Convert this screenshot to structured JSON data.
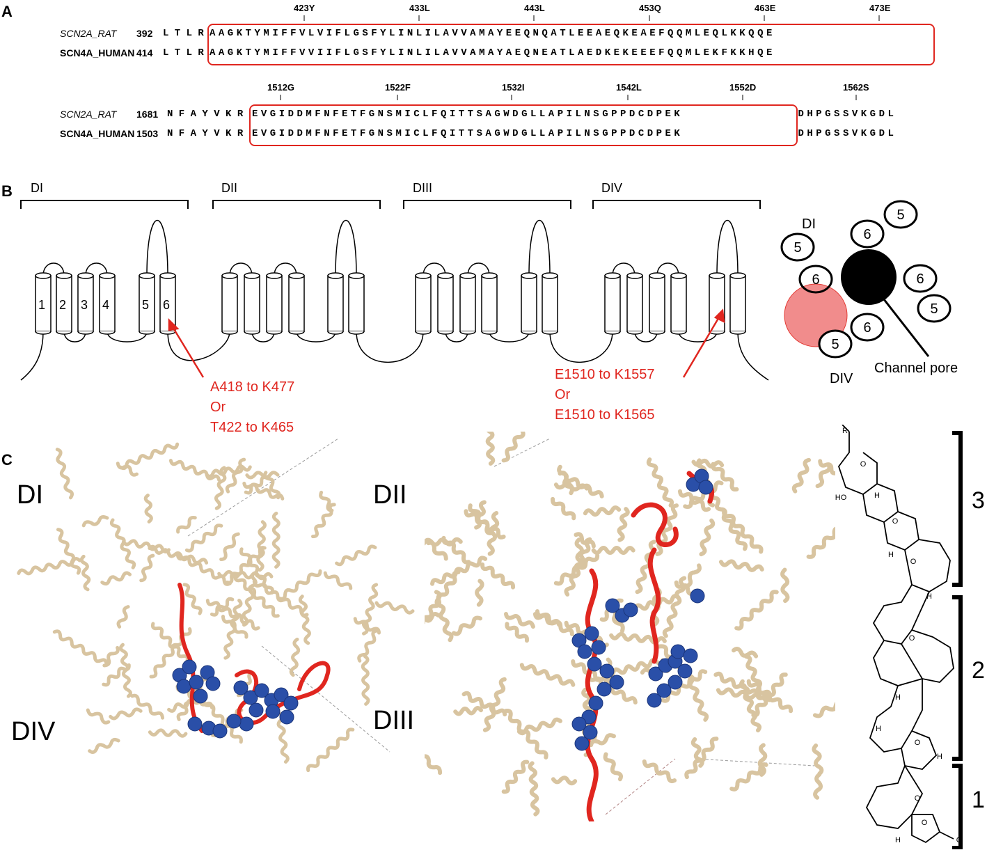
{
  "panels": {
    "a": "A",
    "b": "B",
    "c": "C"
  },
  "alignment": {
    "block1": {
      "ticks": [
        "423Y",
        "433L",
        "443L",
        "453Q",
        "463E",
        "473E"
      ],
      "rows": [
        {
          "name": "SCN2A_RAT",
          "start": "392",
          "pre": "L T L R ",
          "boxed": "A A G K T Y M I F F V L V I F L G S F Y L I N L I L A V V A M A Y E E Q N Q A T L E E A E Q K E A E F Q Q M L E Q L K K Q Q E",
          "post": ""
        },
        {
          "name": "SCN4A_HUMAN",
          "start": "414",
          "pre": "L T L R ",
          "boxed": "A A G K T Y M I F F V V I I F L G S F Y L I N L I L A V V A M A Y A E Q N E A T L A E D K E K E E E F Q Q M L E K F K K H Q E",
          "post": ""
        }
      ]
    },
    "block2": {
      "ticks": [
        "1512G",
        "1522F",
        "1532I",
        "1542L",
        "1552D",
        "1562S"
      ],
      "rows": [
        {
          "name": "SCN2A_RAT",
          "start": "1681",
          "pre": "N F A Y V K R ",
          "boxed": "E V G I D D M F N F E T F G N S M I C L F Q I T T S A G W D G L L A P I L N S G P P D C D P E K",
          "post": " D H P G S S V K G D L"
        },
        {
          "name": "SCN4A_HUMAN",
          "start": "1503",
          "pre": "N F A Y V K R ",
          "boxed": "E V G I D D M F N F E T F G N S M I C L F Q I T T S A G W D G L L A P I L N S G P P D C D P E K",
          "post": " D H P G S S V K G D L"
        }
      ]
    }
  },
  "topology": {
    "domains": [
      "DI",
      "DII",
      "DIII",
      "DIV"
    ],
    "segments": [
      "1",
      "2",
      "3",
      "4",
      "5",
      "6"
    ],
    "annotation_left": [
      "A418 to K477",
      "Or",
      "T422 to K465"
    ],
    "annotation_right": [
      "E1510 to K1557",
      "Or",
      "E1510 to K1565"
    ]
  },
  "pore": {
    "labels": {
      "di": "DI",
      "div": "DIV",
      "pore": "Channel pore"
    },
    "circles": [
      "5",
      "6",
      "5",
      "6",
      "6",
      "5",
      "6",
      "5"
    ]
  },
  "structure": {
    "domains": [
      "DI",
      "DII",
      "DIV",
      "DIII"
    ],
    "fragments": [
      "3",
      "2",
      "1"
    ],
    "atoms": {
      "h": "H",
      "ho": "HO",
      "r": "R",
      "o": "O"
    }
  },
  "colors": {
    "highlight": "#e0261f",
    "protein": "#d8c4a0",
    "residues": "#2a4fa8",
    "pore_fill": "#000000",
    "toxin_site": "#f08080"
  }
}
